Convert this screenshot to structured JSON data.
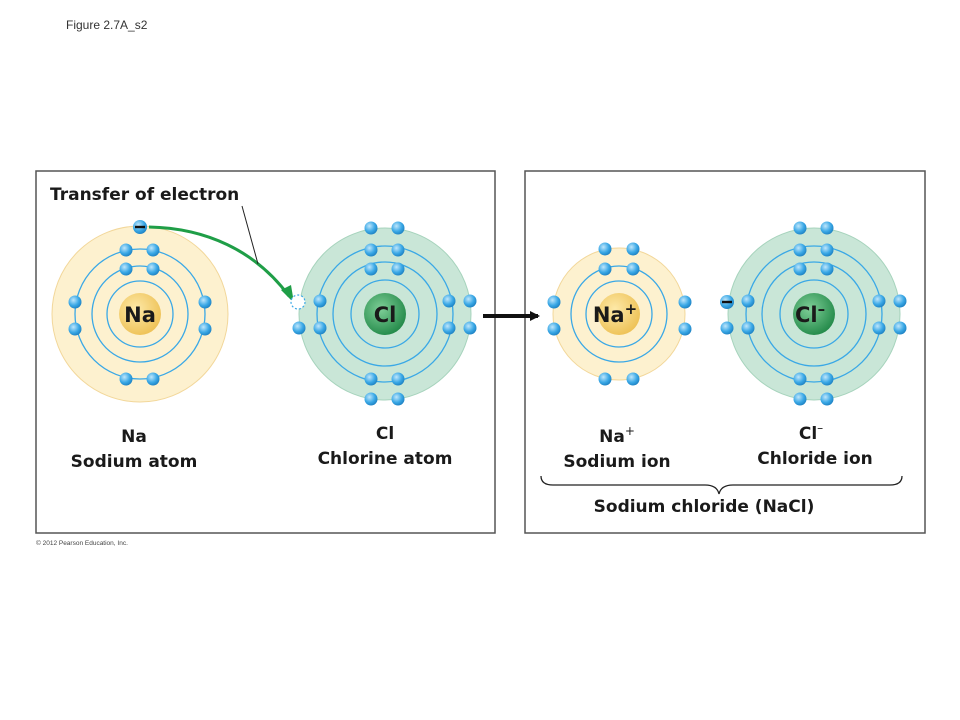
{
  "slide": {
    "title": "Figure 2.7A_s2",
    "copyright": "© 2012 Pearson Education, Inc."
  },
  "left_panel": {
    "transfer_label": "Transfer of electron",
    "sodium_atom": {
      "symbol": "Na",
      "core_label": "Na",
      "name": "Sodium atom"
    },
    "chlorine_atom": {
      "symbol": "Cl",
      "core_label": "Cl",
      "name": "Chlorine atom"
    }
  },
  "right_panel": {
    "sodium_ion": {
      "symbol": "Na",
      "charge": "+",
      "core_charge": "+",
      "name": "Sodium ion"
    },
    "chloride_ion": {
      "symbol": "Cl",
      "charge": "–",
      "core_charge": "–",
      "name": "Chloride ion"
    },
    "compound_label": "Sodium chloride (NaCl)"
  },
  "colors": {
    "electron": "#3aa8e6",
    "sodium_shell": "#fdf1cf",
    "sodium_core": "#f6d57a",
    "chlorine_shell": "#c9e6d7",
    "chlorine_core": "#2e9e5a",
    "transfer_arrow": "#1f9e47"
  }
}
